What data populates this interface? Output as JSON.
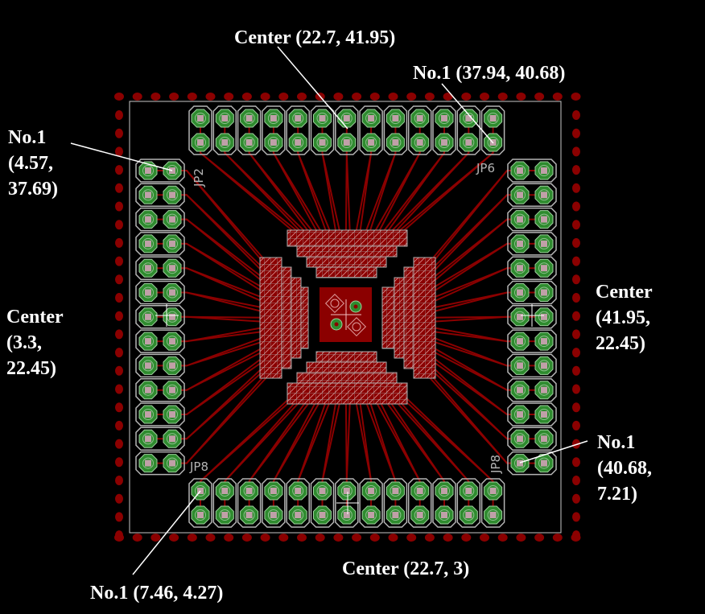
{
  "colors": {
    "background": "#000000",
    "copper": "#8b0000",
    "pad_ring": "#2e8b2e",
    "outline": "#b4b4b4",
    "label": "#ffffff"
  },
  "parts": {
    "top_left": "JP2",
    "top_right": "JP6",
    "bottom_left": "JP8",
    "bottom_right": "JP8"
  },
  "annotations": {
    "top_center": "Center (22.7, 41.95)",
    "top_no1": "No.1 (37.94, 40.68)",
    "left_no1": [
      "No.1",
      "(4.57,",
      "37.69)"
    ],
    "left_center": [
      "Center",
      "(3.3,",
      "22.45)"
    ],
    "right_center": [
      "Center",
      "(41.95,",
      "22.45)"
    ],
    "right_no1": [
      "No.1",
      "(40.68,",
      "7.21)"
    ],
    "bottom_center": "Center (22.7, 3)",
    "bottom_no1": "No.1 (7.46,  4.27)"
  },
  "header_pins_per_row": 13
}
